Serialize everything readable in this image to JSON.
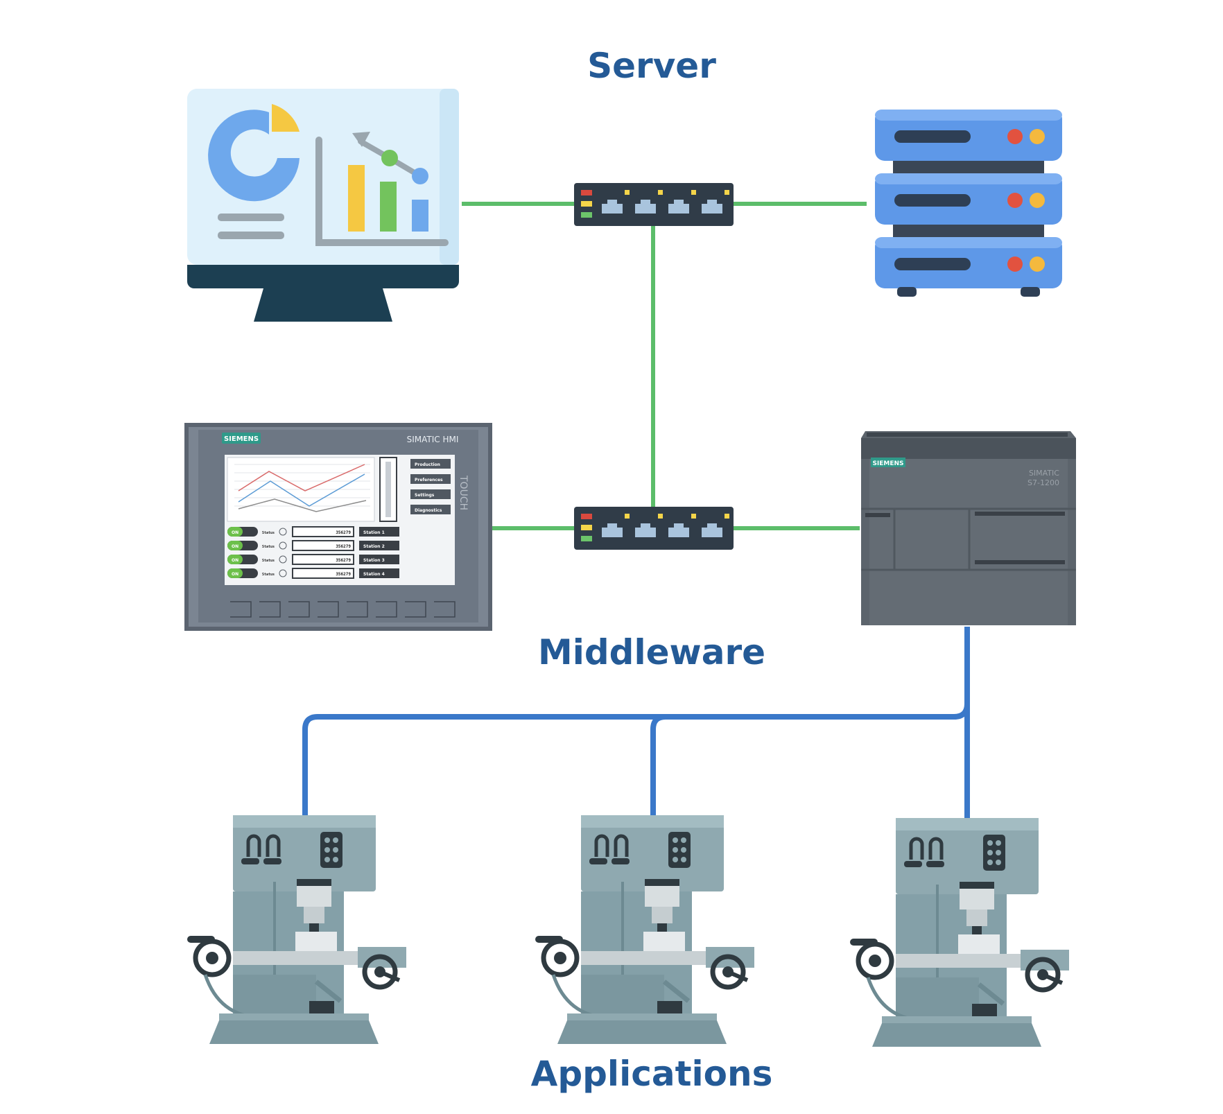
{
  "layers": {
    "server": "Server",
    "middleware": "Middleware",
    "applications": "Applications"
  },
  "hmi": {
    "brand": "SIEMENS",
    "name": "SIMATIC HMI",
    "side_text": "TOUCH",
    "menu": [
      "Production",
      "Preferences",
      "Settings",
      "Diagnostics"
    ],
    "status_rows": [
      {
        "toggle": "ON",
        "label": "Status",
        "value": "356279",
        "station": "Station 1"
      },
      {
        "toggle": "ON",
        "label": "Status",
        "value": "356279",
        "station": "Station 2"
      },
      {
        "toggle": "ON",
        "label": "Status",
        "value": "356279",
        "station": "Station 3"
      },
      {
        "toggle": "ON",
        "label": "Status",
        "value": "356279",
        "station": "Station 4"
      }
    ]
  },
  "plc": {
    "brand": "SIEMENS",
    "model_line1": "SIMATIC",
    "model_line2": "S7-1200"
  },
  "colors": {
    "ethernet_link": "#5cbd6a",
    "fieldbus_link": "#3a78c9",
    "title_text": "#245a96",
    "switch_body": "#303c48",
    "machine_body": "#8fa9b0"
  },
  "icons": {
    "dashboard": "monitor-dashboard-icon",
    "server": "server-rack-icon",
    "switch": "network-switch-icon",
    "machine": "milling-machine-icon"
  }
}
